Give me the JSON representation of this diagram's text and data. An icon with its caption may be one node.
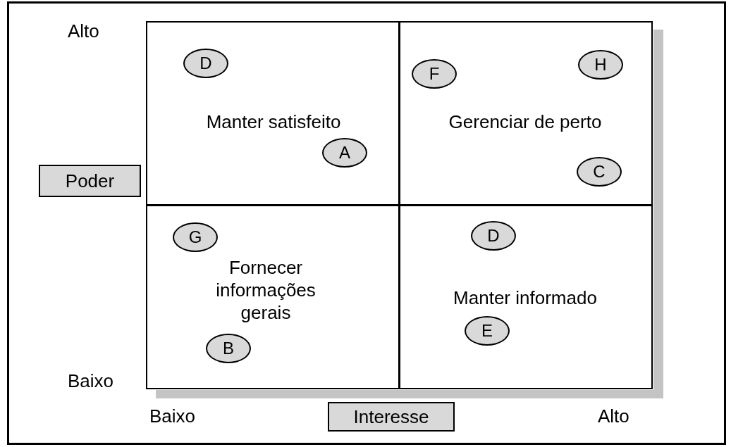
{
  "diagram": {
    "nodes": [
      {
        "text": [
          "Manter satisfeito"
        ]
      },
      {
        "text": [
          "D"
        ],
        "in": 0
      },
      {
        "text": [
          "A"
        ],
        "in": 0
      },
      {
        "text": [
          "Gerenciar de perto"
        ]
      },
      {
        "text": [
          "F"
        ],
        "in": 3
      },
      {
        "text": [
          "H"
        ],
        "in": 3
      },
      {
        "text": [
          "C"
        ],
        "in": 3
      },
      {
        "text": [
          "Poder"
        ]
      },
      {
        "text": [
          "Fornecer informações gerais"
        ]
      },
      {
        "text": [
          "G"
        ],
        "in": 8
      },
      {
        "text": [
          "B"
        ],
        "in": 8
      },
      {
        "text": [
          "Manter informado"
        ]
      },
      {
        "text": [
          "D"
        ],
        "in": 11
      },
      {
        "text": [
          "E"
        ],
        "in": 11
      },
      {
        "text": [
          "Interesse"
        ]
      }
    ],
    "labels": [
      "Alto",
      "Baixo",
      "Baixo",
      "Alto"
    ]
  }
}
